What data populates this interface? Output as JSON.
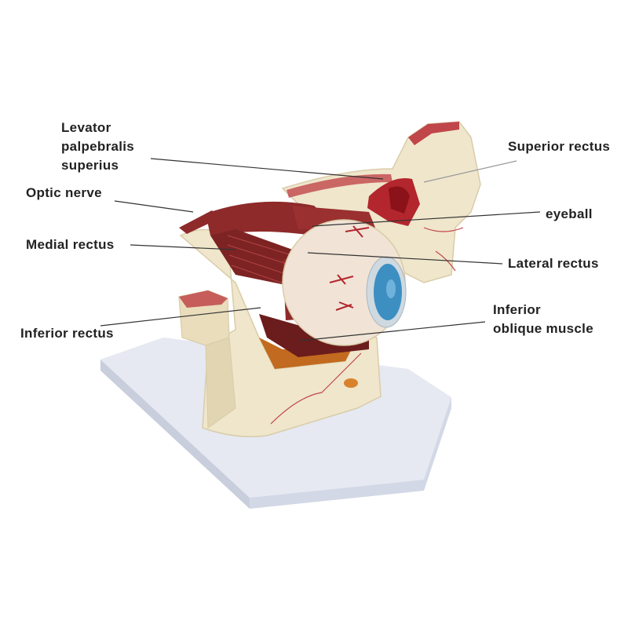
{
  "labels": {
    "levator": [
      "Levator",
      "palpebralis",
      "superius"
    ],
    "optic_nerve": "Optic nerve",
    "medial_rectus": "Medial rectus",
    "inferior_rectus": "Inferior rectus",
    "superior_rectus": "Superior rectus",
    "eyeball": "eyeball",
    "lateral_rectus": "Lateral rectus",
    "inferior_oblique": [
      "Inferior",
      "oblique muscle"
    ]
  },
  "colors": {
    "background": "#ffffff",
    "label_text": "#222222",
    "leader_line": "#333333",
    "bone": "#efe6cc",
    "bone_shade": "#d9cca8",
    "muscle": "#8e2a2a",
    "muscle_dark": "#6b1c1c",
    "marrow": "#c0464a",
    "iris": "#3d8fc2",
    "base": "#e4e7f0"
  }
}
